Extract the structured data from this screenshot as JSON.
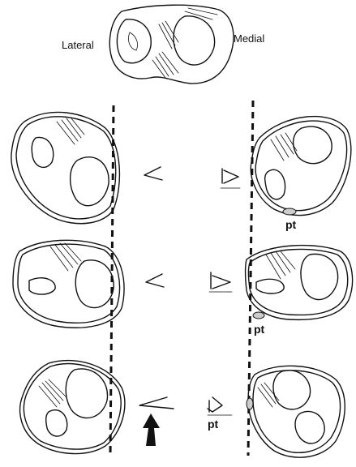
{
  "labels": {
    "lateral": "Lateral",
    "medial": "Medial",
    "pt": "pt"
  }
}
